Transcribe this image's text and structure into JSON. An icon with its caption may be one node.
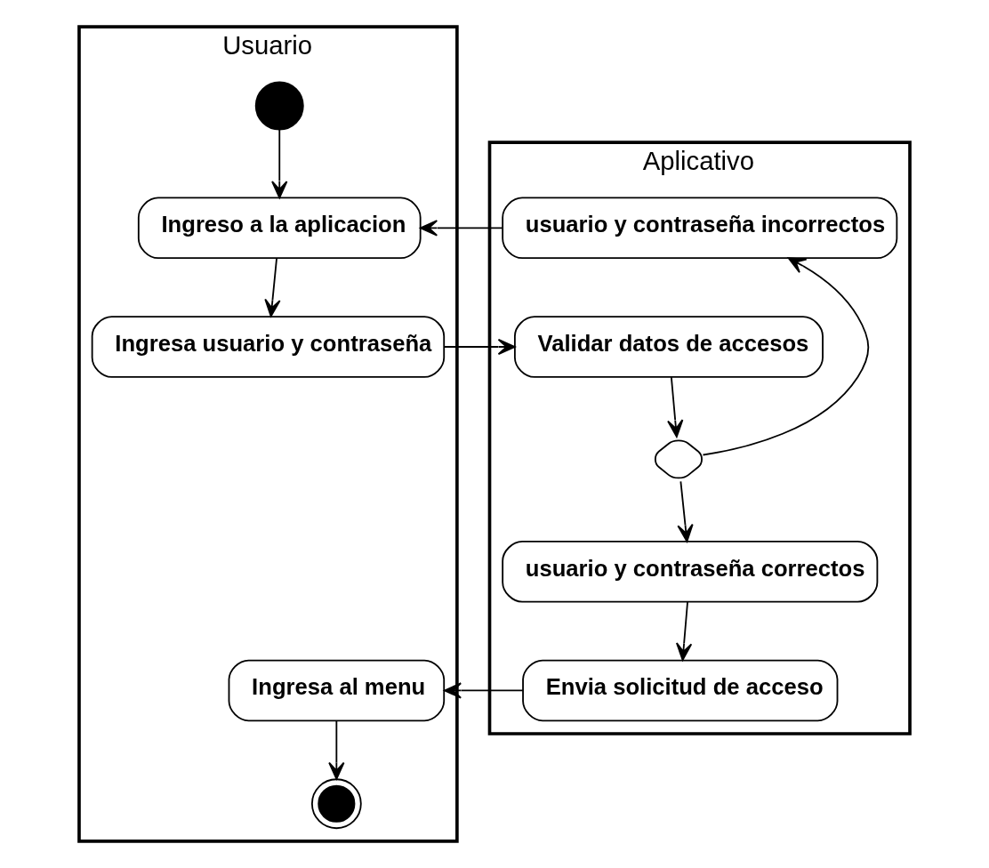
{
  "diagram": {
    "nodes": [
      {
        "text": [
          "Usuario"
        ]
      },
      {
        "text": [
          "Aplicativo"
        ]
      },
      {
        "text": [],
        "shape": "circle",
        "in": 0
      },
      {
        "text": [
          "Ingreso a la aplicacion"
        ],
        "in": 0
      },
      {
        "text": [
          "Ingresa usuario y contraseña"
        ],
        "in": 0
      },
      {
        "text": [
          "Ingresa al menu"
        ],
        "in": 0
      },
      {
        "text": [],
        "shape": "circle",
        "in": 0
      },
      {
        "text": [
          "usuario y contraseña incorrectos"
        ],
        "in": 1
      },
      {
        "text": [
          "Validar datos de accesos"
        ],
        "in": 1
      },
      {
        "text": [],
        "shape": "diamond",
        "in": 1
      },
      {
        "text": [
          "usuario y contraseña correctos"
        ],
        "in": 1
      },
      {
        "text": [
          "Envia solicitud de acceso"
        ],
        "in": 1
      }
    ],
    "edges": [
      {
        "from": 2,
        "to": 3,
        "arrow": "to"
      },
      {
        "from": 3,
        "to": 4,
        "arrow": "to"
      },
      {
        "from": 4,
        "to": 8,
        "arrow": "to"
      },
      {
        "from": 8,
        "to": 9,
        "arrow": "to"
      },
      {
        "from": 9,
        "to": 7,
        "arrow": "to"
      },
      {
        "from": 7,
        "to": 3,
        "arrow": "to"
      },
      {
        "from": 9,
        "to": 10,
        "arrow": "to"
      },
      {
        "from": 10,
        "to": 11,
        "arrow": "to"
      },
      {
        "from": 11,
        "to": 5,
        "arrow": "to"
      },
      {
        "from": 5,
        "to": 6,
        "arrow": "to"
      }
    ]
  }
}
